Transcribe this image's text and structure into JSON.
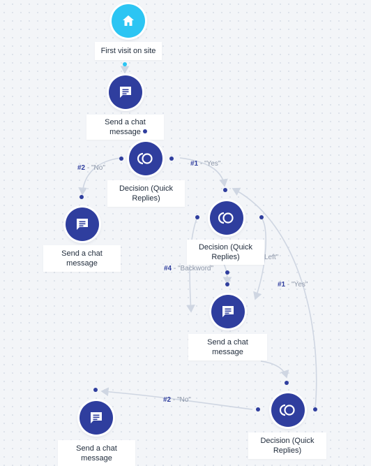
{
  "nodes": {
    "start": {
      "label": "First visit on site",
      "icon": "home-icon"
    },
    "chat1": {
      "label": "Send a chat message",
      "icon": "chat-message-icon"
    },
    "decision1": {
      "label": "Decision (Quick Replies)",
      "icon": "decision-icon"
    },
    "chat2": {
      "label": "Send a chat message",
      "icon": "chat-message-icon"
    },
    "decision2": {
      "label": "Decision (Quick Replies)",
      "icon": "decision-icon"
    },
    "chat3": {
      "label": "Send a chat message",
      "icon": "chat-message-icon"
    },
    "decision3": {
      "label": "Decision (Quick Replies)",
      "icon": "decision-icon"
    },
    "chat4": {
      "label": "Send a chat message",
      "icon": "chat-message-icon"
    }
  },
  "edges": {
    "d1_no": {
      "num": "#2",
      "text": " - \"No\""
    },
    "d1_yes": {
      "num": "#1",
      "text": " - \"Yes\""
    },
    "d2_backword": {
      "num": "#4",
      "text": " - \"Backword\""
    },
    "d2_left": {
      "num": "",
      "text": "Left\""
    },
    "d3_yes": {
      "num": "#1",
      "text": " - \"Yes\""
    },
    "d3_no": {
      "num": "#2",
      "text": " - \"No\""
    }
  },
  "colors": {
    "node": "#2f3e9e",
    "home": "#2cc5f3",
    "edge": "#cfd6e2",
    "background": "#f3f5f8"
  }
}
